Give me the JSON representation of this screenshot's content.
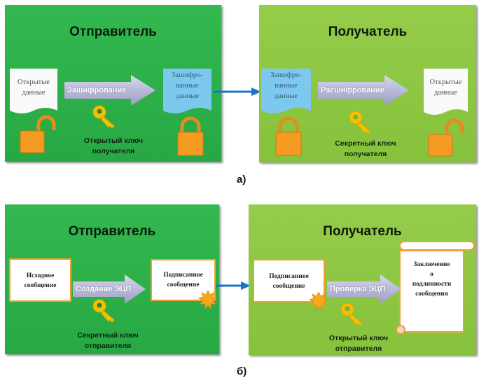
{
  "colors": {
    "sender_panel": "#2db44a",
    "receiver_panel": "#8cc63f",
    "connector": "#1a73c9",
    "lock": "#f59a23",
    "key": "#f2c200",
    "process_arrow": "#b9b9d8",
    "encrypted_doc": "#7cc8ef",
    "scroll_border": "#f0a030"
  },
  "diagram_a": {
    "label": "а)",
    "sender": {
      "title": "Отправитель",
      "source_doc": {
        "line1": "Открытые",
        "line2": "данные",
        "lock_state": "open"
      },
      "process": "Зашифрование",
      "result_doc": {
        "line1": "Зашифро-",
        "line2": "ванные",
        "line3": "данные",
        "lock_state": "closed"
      },
      "key": {
        "icon": "key-icon",
        "line1": "Открытый ключ",
        "line2": "получателя"
      }
    },
    "receiver": {
      "title": "Получатель",
      "source_doc": {
        "line1": "Зашифро-",
        "line2": "ванные",
        "line3": "данные",
        "lock_state": "closed"
      },
      "process": "Расшифрование",
      "result_doc": {
        "line1": "Открытые",
        "line2": "данные",
        "lock_state": "open"
      },
      "key": {
        "icon": "key-icon",
        "line1": "Секретный ключ",
        "line2": "получателя"
      }
    }
  },
  "diagram_b": {
    "label": "б)",
    "sender": {
      "title": "Отправитель",
      "source_doc": {
        "line1": "Исходное",
        "line2": "сообщение"
      },
      "process": "Создание ЭЦП",
      "result_doc": {
        "line1": "Подписанное",
        "line2": "сообщение",
        "seal": true
      },
      "key": {
        "icon": "key-icon",
        "line1": "Секретный ключ",
        "line2": "отправителя"
      }
    },
    "receiver": {
      "title": "Получатель",
      "source_doc": {
        "line1": "Подписанное",
        "line2": "сообщение",
        "seal": true
      },
      "process": "Проверка ЭЦП",
      "result_doc": {
        "line1": "Заключение",
        "line2": "о",
        "line3": "подлинности",
        "line4": "сообщения"
      },
      "key": {
        "icon": "key-icon",
        "line1": "Открытый ключ",
        "line2": "отправителя"
      }
    }
  }
}
